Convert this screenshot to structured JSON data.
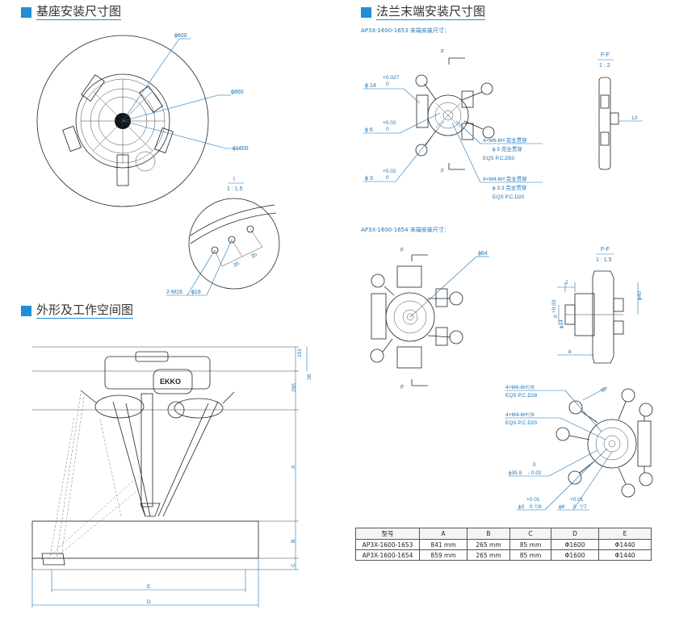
{
  "sections": {
    "base": "基座安装尺寸图",
    "flange": "法兰末端安装尺寸图",
    "outline": "外形及工作空间图"
  },
  "flange_subtitles": {
    "model_a": "AP3X-1600-1653 末端安装尺寸：",
    "model_b": "AP3X-1600-1654 末端安装尺寸："
  },
  "base_labels": {
    "d800": "ϕ800",
    "d860": "ϕ860",
    "d1600": "ϕ1600",
    "detail_name": "I",
    "detail_scale": "1 : 1.5",
    "dim35a": "35",
    "dim35b": "35",
    "holes": "2-M16",
    "d18": "ϕ18"
  },
  "flange_a": {
    "d14": "ϕ 14",
    "tol14": "+0.027\n0",
    "d6": "ϕ 6",
    "tol6": "+0.02\n0",
    "d3": "ϕ 3",
    "tol3": "+0.02\n0",
    "section_top": "F",
    "section_bottom": "F",
    "note1_l1": "4×M6-6H 完全贯穿",
    "note1_l2": "ϕ 5 完全贯穿",
    "note1_l3": "EQS  P.C.D50",
    "note2_l1": "4×M4-6H 完全贯穿",
    "note2_l2": "ϕ 3.3 完全贯穿",
    "note2_l3": "EQS  P.C.D20",
    "ff_name": "F-F",
    "ff_scale": "1 : 2",
    "dim13": "13"
  },
  "flange_b": {
    "section_top": "F",
    "section_bottom": "F",
    "d64": "ϕ64",
    "ff_name": "F-F",
    "ff_scale": "1 : 1.5",
    "dim2": "2",
    "dim8": "8",
    "dimd40": "ϕ40",
    "tol_d14": "+0.03\n0",
    "d14": "ϕ14",
    "note1_l1": "4×M6-6H▽8",
    "note1_l2": "EQS  P.C.D28",
    "note2_l1": "4×M4-6H▽8",
    "note2_l2": "EQS P.C.D20",
    "dim30": "30",
    "d35": "ϕ35.9",
    "tol35": "0\n- 0.02",
    "d3": "ϕ3",
    "tol3": "+0.01\n0",
    "d3_depth": "▽8",
    "d6": "ϕ6",
    "tol6": "+0.01\n0",
    "d6_depth": "▽7"
  },
  "outline_dims": {
    "d101": "101",
    "d38": "38",
    "d295": "295",
    "A": "A",
    "B": "B",
    "C": "C",
    "E": "E",
    "D": "D",
    "logo": "EKKO"
  },
  "spec_table": {
    "headers": [
      "型号",
      "A",
      "B",
      "C",
      "D",
      "E"
    ],
    "rows": [
      [
        "AP3X-1600-1653",
        "841 mm",
        "265 mm",
        "85 mm",
        "Φ1600",
        "Φ1440"
      ],
      [
        "AP3X-1600-1654",
        "859 mm",
        "265 mm",
        "85 mm",
        "Φ1600",
        "Φ1440"
      ]
    ]
  },
  "colors": {
    "accent": "#1f8fd6",
    "dim_blue": "#1a73b8",
    "line": "#222222"
  }
}
